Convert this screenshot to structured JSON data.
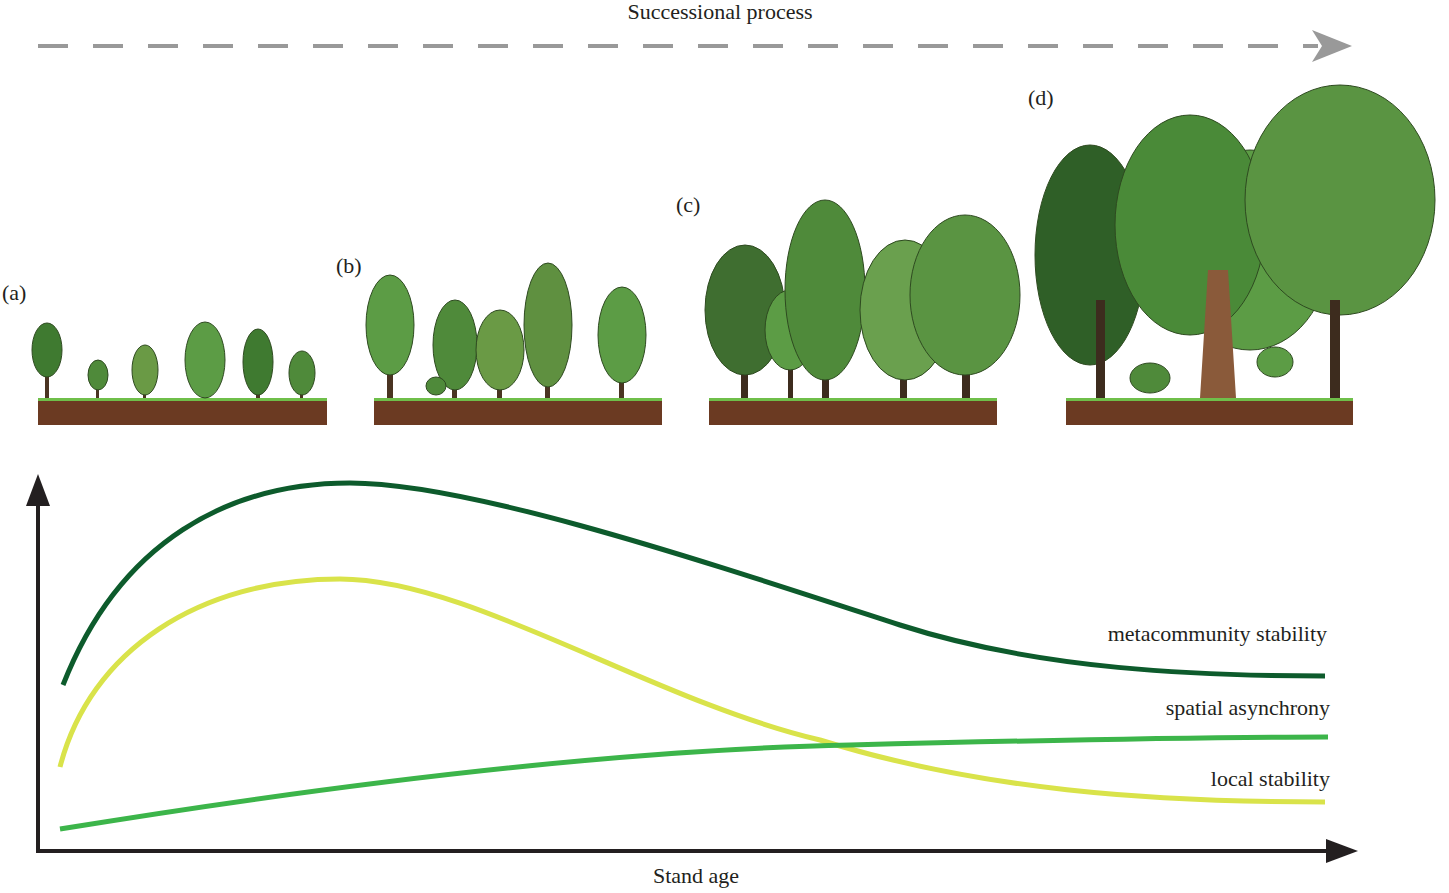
{
  "diagram": {
    "labels": [
      "Successional process",
      "(a)",
      "(b)",
      "(c)",
      "(d)",
      "metacommunity stability",
      "spatial asynchrony",
      "local stability",
      "Stand age"
    ]
  }
}
